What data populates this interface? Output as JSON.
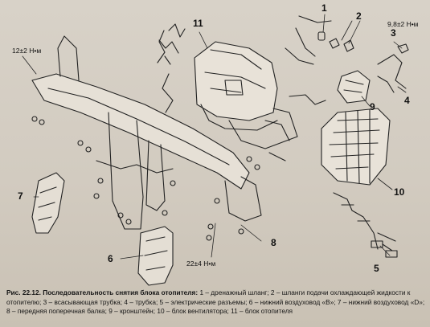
{
  "callouts": {
    "c1": "1",
    "c2": "2",
    "c3": "3",
    "c4": "4",
    "c5": "5",
    "c6": "6",
    "c7": "7",
    "c8": "8",
    "c9": "9",
    "c10": "10",
    "c11": "11"
  },
  "torques": {
    "t_beam_left": "12±2 Н•м",
    "t_tube": "9,8±2 Н•м",
    "t_bracket": "22±4 Н•м"
  },
  "caption": {
    "title": "Рис. 22.12. Последовательность снятия блока отопителя:",
    "text": " 1 – дренажный шланг; 2 – шланги подачи охлаждающей жидкости к отопителю; 3 – всасывающая трубка; 4 – трубка; 5 – электрические разъемы; 6 – нижний воздуховод «В»; 7 – нижний воздуховод «D»; 8 – передняя поперечная балка; 9 – кронштейн; 10 – блок вентилятора; 11 – блок отопителя"
  },
  "colors": {
    "paper": "#d2cbc0",
    "ink": "#222222"
  }
}
